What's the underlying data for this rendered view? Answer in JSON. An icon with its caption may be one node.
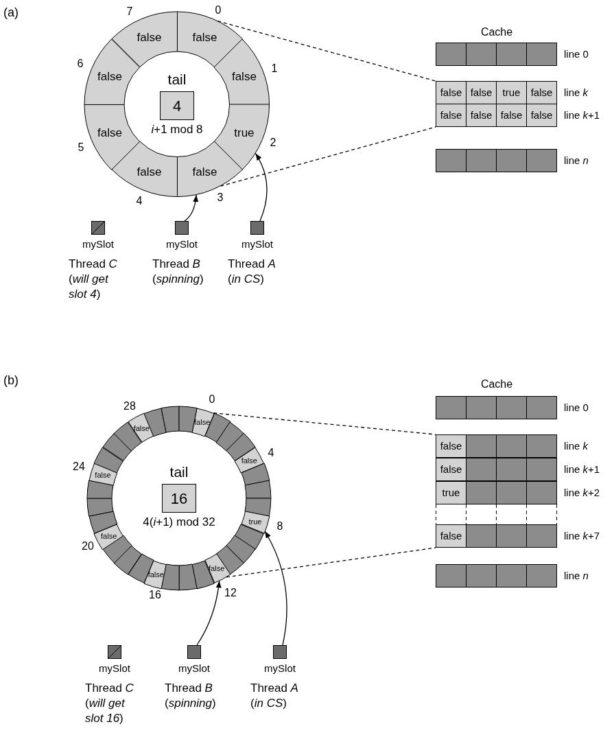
{
  "diagram": {
    "nodes": [
      {
        "text": [
          "false"
        ]
      },
      {
        "text": [
          "false"
        ]
      },
      {
        "text": [
          "true"
        ]
      },
      {
        "text": [
          "false"
        ]
      },
      {
        "text": [
          "false"
        ]
      },
      {
        "text": [
          "false"
        ]
      },
      {
        "text": [
          "false"
        ]
      },
      {
        "text": [
          "false"
        ]
      },
      {
        "text": [
          "tail",
          "4"
        ],
        "beside": [
          "*i*+1 mod 8"
        ]
      },
      {
        "text": [
          "mySlot"
        ],
        "beside": [
          "Thread *C* (*will get slot 4*)"
        ]
      },
      {
        "text": [
          "mySlot"
        ],
        "beside": [
          "Thread *B* (*spinning*)"
        ]
      },
      {
        "text": [
          "mySlot"
        ],
        "beside": [
          "Thread *A* (*in CS*)"
        ]
      },
      {
        "text": [],
        "shape": "bar",
        "beside": [
          "line 0"
        ]
      },
      {
        "text": [],
        "shape": "box",
        "in": 12
      },
      {
        "text": [],
        "shape": "box",
        "in": 12
      },
      {
        "text": [],
        "shape": "box",
        "in": 12
      },
      {
        "text": [],
        "shape": "box",
        "in": 12
      },
      {
        "text": [],
        "shape": "bar",
        "beside": [
          "line *k*"
        ]
      },
      {
        "text": [
          "false"
        ],
        "in": 17
      },
      {
        "text": [
          "false"
        ],
        "in": 17
      },
      {
        "text": [
          "true"
        ],
        "in": 17
      },
      {
        "text": [
          "false"
        ],
        "in": 17
      },
      {
        "text": [],
        "shape": "bar",
        "beside": [
          "line *k*+1"
        ]
      },
      {
        "text": [
          "false"
        ],
        "in": 22
      },
      {
        "text": [
          "false"
        ],
        "in": 22
      },
      {
        "text": [
          "false"
        ],
        "in": 22
      },
      {
        "text": [
          "false"
        ],
        "in": 22
      },
      {
        "text": [],
        "shape": "bar",
        "beside": [
          "line *n*"
        ]
      },
      {
        "text": [],
        "shape": "box",
        "in": 27
      },
      {
        "text": [],
        "shape": "box",
        "in": 27
      },
      {
        "text": [],
        "shape": "box",
        "in": 27
      },
      {
        "text": [],
        "shape": "box",
        "in": 27
      },
      {
        "text": [
          "false"
        ]
      },
      {
        "text": [],
        "shape": "box"
      },
      {
        "text": [],
        "shape": "box"
      },
      {
        "text": [],
        "shape": "box"
      },
      {
        "text": [
          "false"
        ]
      },
      {
        "text": [],
        "shape": "box"
      },
      {
        "text": [],
        "shape": "box"
      },
      {
        "text": [],
        "shape": "box"
      },
      {
        "text": [
          "true"
        ]
      },
      {
        "text": [],
        "shape": "box"
      },
      {
        "text": [],
        "shape": "box"
      },
      {
        "text": [],
        "shape": "box"
      },
      {
        "text": [
          "false"
        ]
      },
      {
        "text": [],
        "shape": "box"
      },
      {
        "text": [],
        "shape": "box"
      },
      {
        "text": [],
        "shape": "box"
      },
      {
        "text": [
          "false"
        ]
      },
      {
        "text": [],
        "shape": "box"
      },
      {
        "text": [],
        "shape": "box"
      },
      {
        "text": [],
        "shape": "box"
      },
      {
        "text": [
          "false"
        ]
      },
      {
        "text": [],
        "shape": "box"
      },
      {
        "text": [],
        "shape": "box"
      },
      {
        "text": [],
        "shape": "box"
      },
      {
        "text": [
          "false"
        ]
      },
      {
        "text": [],
        "shape": "box"
      },
      {
        "text": [],
        "shape": "box"
      },
      {
        "text": [],
        "shape": "box"
      },
      {
        "text": [
          "false"
        ]
      },
      {
        "text": [],
        "shape": "box"
      },
      {
        "text": [],
        "shape": "box"
      },
      {
        "text": [],
        "shape": "box"
      },
      {
        "text": [
          "tail",
          "16"
        ],
        "beside": [
          "4(*i*+1) mod 32"
        ]
      },
      {
        "text": [
          "mySlot"
        ],
        "beside": [
          "Thread *C* (*will get slot 16*)"
        ]
      },
      {
        "text": [
          "mySlot"
        ],
        "beside": [
          "Thread *B* (*spinning*)"
        ]
      },
      {
        "text": [
          "mySlot"
        ],
        "beside": [
          "Thread *A* (*in CS*)"
        ]
      },
      {
        "text": [],
        "shape": "bar",
        "beside": [
          "line 0"
        ]
      },
      {
        "text": [],
        "shape": "box",
        "in": 68
      },
      {
        "text": [],
        "shape": "box",
        "in": 68
      },
      {
        "text": [],
        "shape": "box",
        "in": 68
      },
      {
        "text": [],
        "shape": "box",
        "in": 68
      },
      {
        "text": [],
        "shape": "bar",
        "beside": [
          "line *k*"
        ]
      },
      {
        "text": [
          "false"
        ],
        "in": 73
      },
      {
        "text": [],
        "shape": "box",
        "in": 73
      },
      {
        "text": [],
        "shape": "box",
        "in": 73
      },
      {
        "text": [],
        "shape": "box",
        "in": 73
      },
      {
        "text": [],
        "shape": "bar",
        "beside": [
          "line *k*+1"
        ]
      },
      {
        "text": [
          "false"
        ],
        "in": 78
      },
      {
        "text": [],
        "shape": "box",
        "in": 78
      },
      {
        "text": [],
        "shape": "box",
        "in": 78
      },
      {
        "text": [],
        "shape": "box",
        "in": 78
      },
      {
        "text": [],
        "shape": "bar",
        "beside": [
          "line *k*+2"
        ]
      },
      {
        "text": [
          "true"
        ],
        "in": 83
      },
      {
        "text": [],
        "shape": "box",
        "in": 83
      },
      {
        "text": [],
        "shape": "box",
        "in": 83
      },
      {
        "text": [],
        "shape": "box",
        "in": 83
      },
      {
        "text": [],
        "shape": "bar",
        "beside": [
          "line *k*+7"
        ]
      },
      {
        "text": [
          "false"
        ],
        "in": 88
      },
      {
        "text": [],
        "shape": "box",
        "in": 88
      },
      {
        "text": [],
        "shape": "box",
        "in": 88
      },
      {
        "text": [],
        "shape": "box",
        "in": 88
      },
      {
        "text": [],
        "shape": "bar",
        "beside": [
          "line *n*"
        ]
      },
      {
        "text": [],
        "shape": "box",
        "in": 93
      },
      {
        "text": [],
        "shape": "box",
        "in": 93
      },
      {
        "text": [],
        "shape": "box",
        "in": 93
      },
      {
        "text": [],
        "shape": "box",
        "in": 93
      }
    ],
    "edges": [
      {
        "from": 11,
        "to": 2,
        "arrow": "to"
      },
      {
        "from": 10,
        "to": 3,
        "arrow": "to"
      },
      {
        "from": 0,
        "to": 17,
        "arrow": "none",
        "style": "dashed"
      },
      {
        "from": 3,
        "to": 22,
        "arrow": "none",
        "style": "dashed"
      },
      {
        "from": 67,
        "to": 40,
        "arrow": "to"
      },
      {
        "from": 66,
        "to": 44,
        "arrow": "to"
      },
      {
        "from": 32,
        "to": 73,
        "arrow": "none",
        "style": "dashed"
      },
      {
        "from": 44,
        "to": 88,
        "arrow": "none",
        "style": "dashed"
      }
    ],
    "labels": [
      "(a)",
      "Cache",
      "7",
      "0",
      "6",
      "1",
      "5",
      "2",
      "4",
      "3",
      "(b)",
      "Cache",
      "28",
      "0",
      "4",
      "24",
      "20",
      "8",
      "16",
      "12"
    ]
  }
}
